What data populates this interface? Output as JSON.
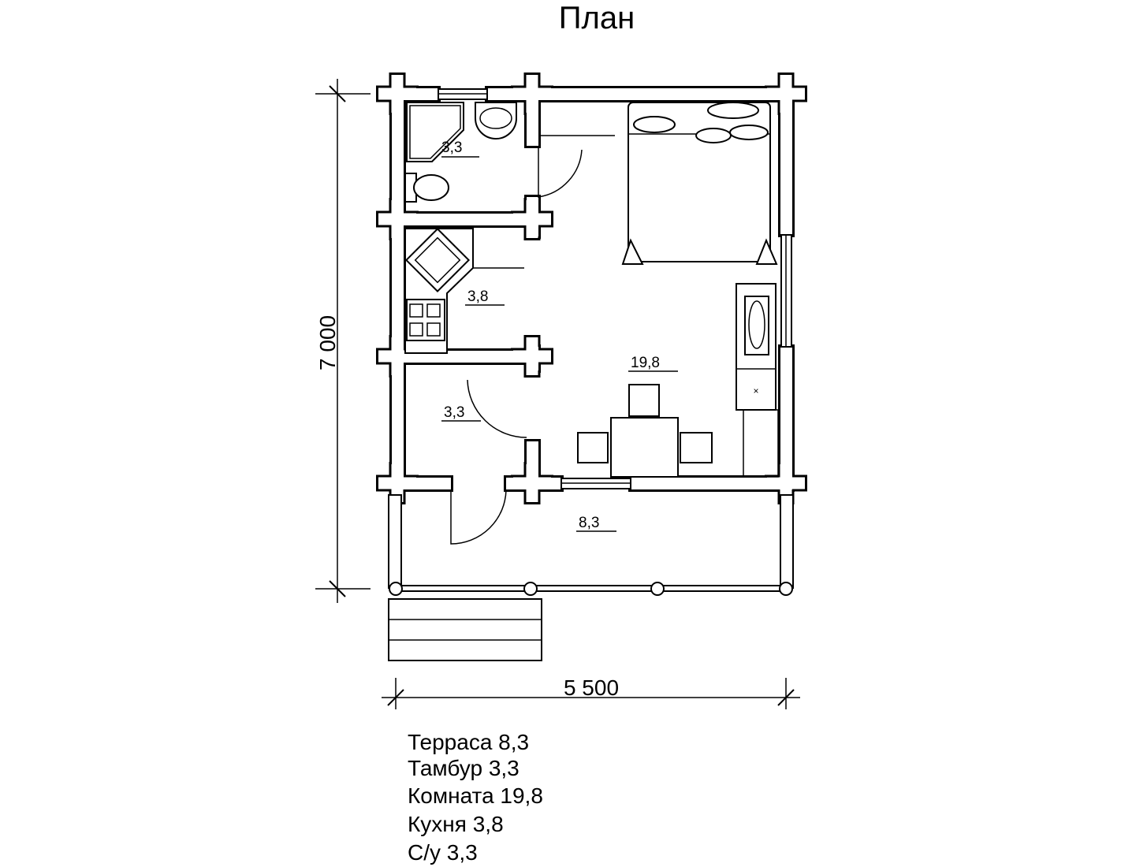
{
  "title": "План",
  "dimensions": {
    "height": "7 000",
    "width": "5 500"
  },
  "rooms": [
    {
      "name": "bathroom",
      "area": "3,3"
    },
    {
      "name": "kitchen",
      "area": "3,8"
    },
    {
      "name": "room",
      "area": "19,8"
    },
    {
      "name": "vestibule",
      "area": "3,3"
    },
    {
      "name": "terrace",
      "area": "8,3"
    }
  ],
  "legend": [
    "Терраса 8,3",
    "Тамбур 3,3",
    "Комната 19,8",
    "Кухня 3,8",
    "С/у 3,3"
  ],
  "colors": {
    "line": "#000000",
    "background": "#ffffff"
  }
}
